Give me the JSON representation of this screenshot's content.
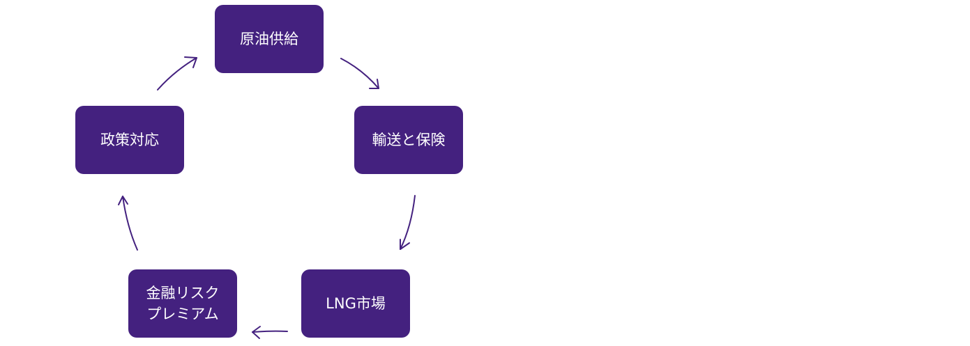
{
  "diagram": {
    "type": "cycle",
    "accent_color": "#44217f",
    "nodes": [
      {
        "id": "n1",
        "label": "原油供給"
      },
      {
        "id": "n2",
        "label": "輸送と保険"
      },
      {
        "id": "n3",
        "label": "LNG市場"
      },
      {
        "id": "n4",
        "label": "金融リスクプレミアム"
      },
      {
        "id": "n5",
        "label": "政策対応"
      }
    ],
    "edges": [
      {
        "from": "n1",
        "to": "n2"
      },
      {
        "from": "n2",
        "to": "n3"
      },
      {
        "from": "n3",
        "to": "n4"
      },
      {
        "from": "n4",
        "to": "n5"
      },
      {
        "from": "n5",
        "to": "n1"
      }
    ]
  }
}
